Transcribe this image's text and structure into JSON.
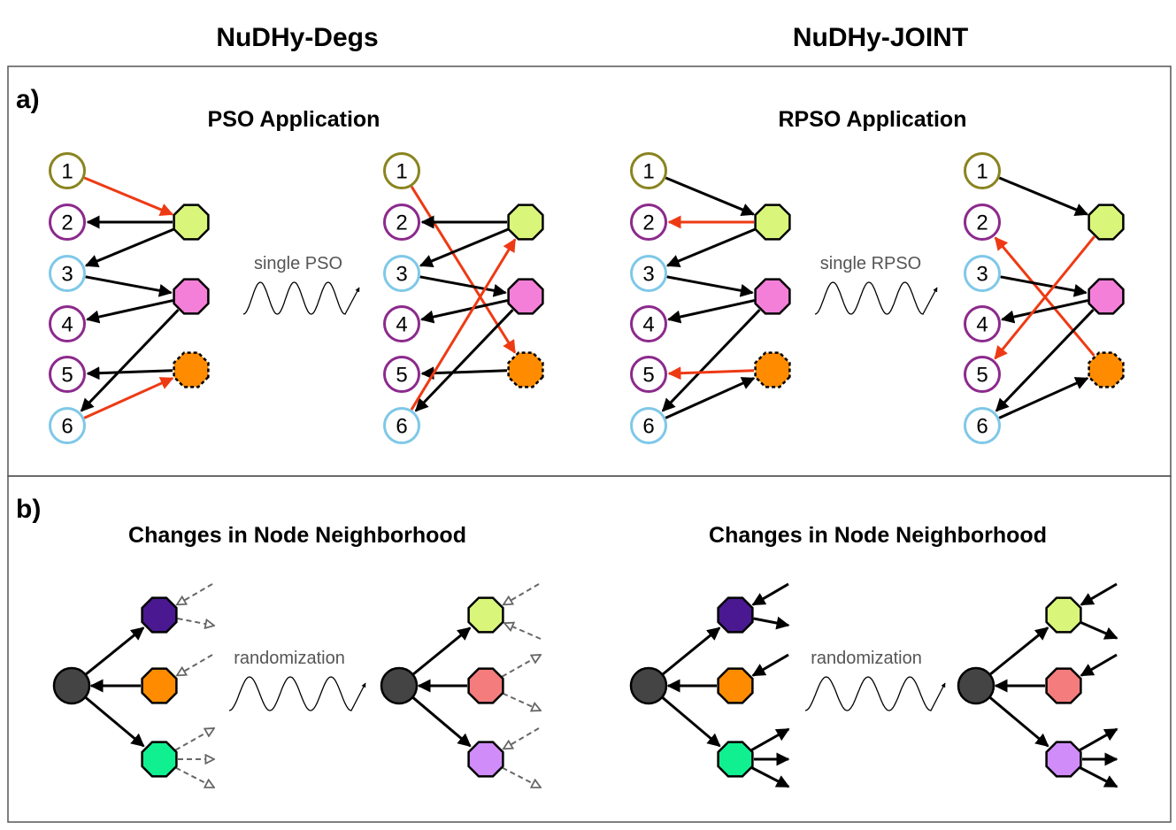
{
  "titles": {
    "left": "NuDHy-Degs",
    "right": "NuDHy-JOINT"
  },
  "panel_a": {
    "tag": "a)",
    "left_title": "PSO Application",
    "right_title": "RPSO Application",
    "left_wave": "single PSO",
    "right_wave": "single RPSO",
    "node_labels": [
      "1",
      "2",
      "3",
      "4",
      "5",
      "6"
    ]
  },
  "panel_b": {
    "tag": "b)",
    "left_title": "Changes in Node Neighborhood",
    "right_title": "Changes in Node Neighborhood",
    "left_wave": "randomization",
    "right_wave": "randomization"
  },
  "colors": {
    "node_1_ring": "#8a8420",
    "node_purple_ring": "#8c2a8c",
    "node_blue_ring": "#7fc8e8",
    "edge_black": "#000000",
    "edge_changed": "#ee3a14",
    "edge_dashed": "#666666",
    "hyperedge_lime": "#d9f57a",
    "hyperedge_pink": "#f47fd8",
    "hyperedge_orange": "#ff8c00",
    "hyperedge_indigo": "#4a1890",
    "hyperedge_green": "#10f090",
    "hyperedge_salmon": "#f47c7c",
    "hyperedge_violet": "#d08cf8",
    "center_node": "#444444"
  }
}
